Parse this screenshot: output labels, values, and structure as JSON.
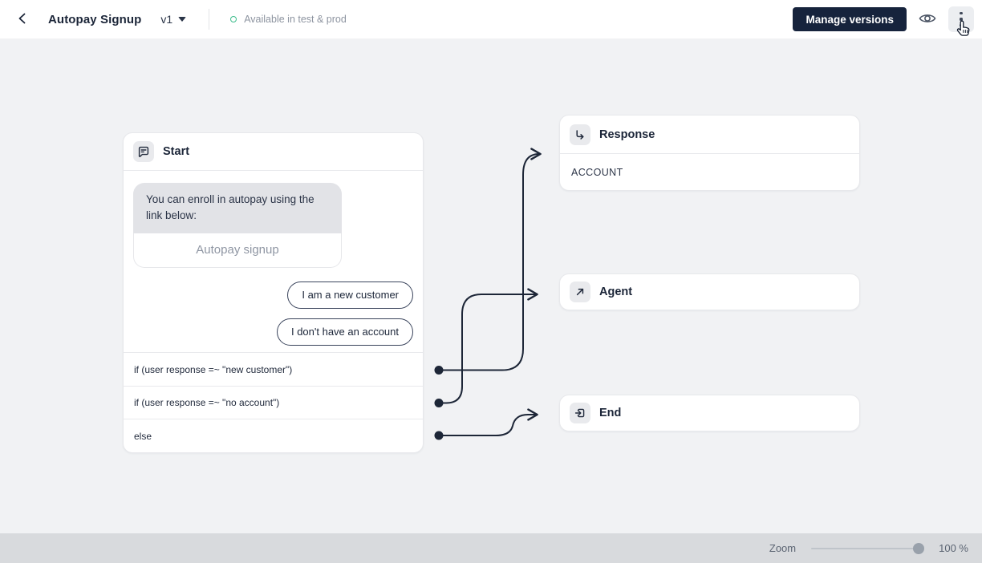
{
  "header": {
    "title": "Autopay Signup",
    "version_label": "v1",
    "status_text": "Available in test & prod",
    "manage_versions_label": "Manage versions"
  },
  "canvas": {
    "start_node": {
      "title": "Start",
      "message_text": "You can enroll in autopay using the link below:",
      "link_button_label": "Autopay signup",
      "chips": [
        "I am a new customer",
        "I don't have an account"
      ],
      "conditions": [
        "if (user response =~ \"new customer\")",
        "if (user response =~ \"no account\")",
        "else"
      ]
    },
    "response_node": {
      "title": "Response",
      "value": "ACCOUNT"
    },
    "agent_node": {
      "title": "Agent"
    },
    "end_node": {
      "title": "End"
    }
  },
  "footer": {
    "zoom_label": "Zoom",
    "zoom_value": "100 %"
  },
  "colors": {
    "primary_button_bg": "#16233c",
    "status_dot": "#3dbd8c",
    "connector": "#1d2637",
    "canvas_bg": "#f1f2f4",
    "footer_bg": "#d8dadd"
  }
}
